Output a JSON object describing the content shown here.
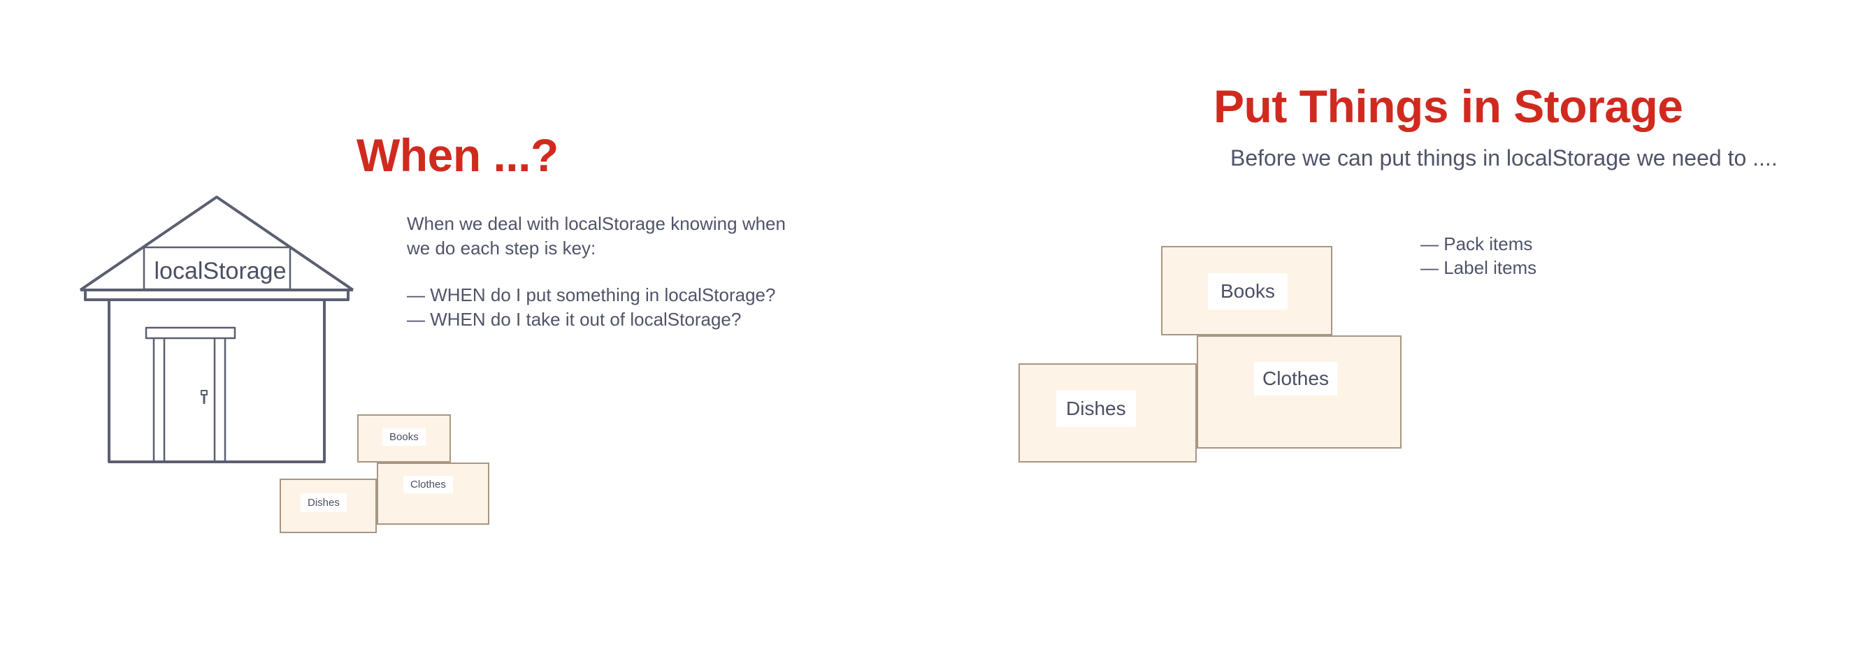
{
  "left_slide": {
    "title": "When ...?",
    "intro": "When we deal with localStorage knowing when we do each step is key:",
    "questions": [
      "— WHEN do I put something in localStorage?",
      "— WHEN do I take it out of localStorage?"
    ],
    "house_sign": "localStorage",
    "boxes": {
      "books": "Books",
      "clothes": "Clothes",
      "dishes": "Dishes"
    }
  },
  "right_slide": {
    "title": "Put Things in Storage",
    "subtitle": "Before we can put things in localStorage we need to ....",
    "steps": [
      "— Pack items",
      "— Label items"
    ],
    "boxes": {
      "books": "Books",
      "clothes": "Clothes",
      "dishes": "Dishes"
    }
  },
  "colors": {
    "title_red": "#d02a1f",
    "text_slate": "#4f5468",
    "house_stroke": "#5a5f70",
    "box_fill": "#fdf4e7",
    "box_border": "#a89682"
  },
  "icons": {
    "house": "storage-house-icon"
  }
}
